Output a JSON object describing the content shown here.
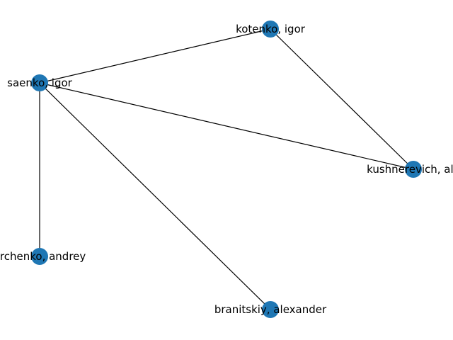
{
  "graph": {
    "node_color": "#1f77b4",
    "edge_color": "#000000",
    "nodes": [
      {
        "id": "saenko",
        "label": "saenko, igor"
      },
      {
        "id": "kotenko",
        "label": "kotenko, igor"
      },
      {
        "id": "kushnerevich",
        "label": "kushnerevich, ale"
      },
      {
        "id": "chechulin",
        "label": "orchenko, andrey"
      },
      {
        "id": "branitskiy",
        "label": "branitskiy, alexander"
      }
    ],
    "edges": [
      {
        "source": "saenko",
        "target": "kotenko"
      },
      {
        "source": "saenko",
        "target": "kushnerevich"
      },
      {
        "source": "kotenko",
        "target": "kushnerevich"
      },
      {
        "source": "saenko",
        "target": "chechulin"
      },
      {
        "source": "saenko",
        "target": "branitskiy"
      }
    ]
  }
}
